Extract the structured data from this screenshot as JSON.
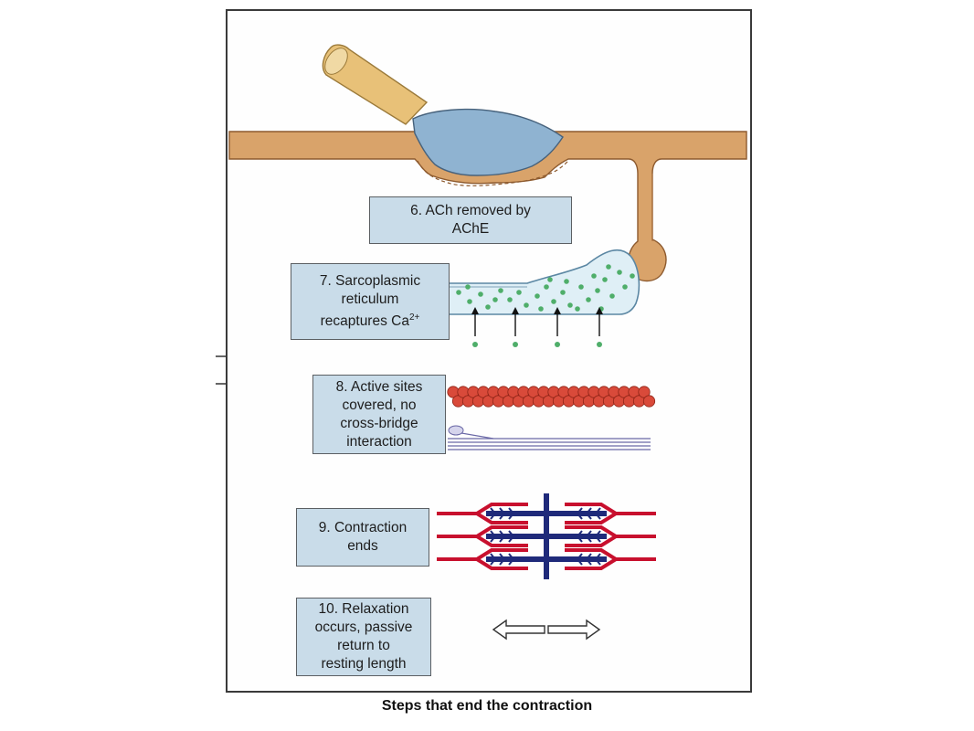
{
  "steps": [
    {
      "id": "step-6",
      "lines": [
        "6. ACh removed by",
        "AChE"
      ]
    },
    {
      "id": "step-7",
      "lines": [
        "7. Sarcoplasmic",
        "reticulum",
        "recaptures Ca"
      ],
      "superscript": "2+"
    },
    {
      "id": "step-8",
      "lines": [
        "8. Active sites",
        "covered, no",
        "cross-bridge",
        "interaction"
      ]
    },
    {
      "id": "step-9",
      "lines": [
        "9. Contraction",
        "ends"
      ]
    },
    {
      "id": "step-10",
      "lines": [
        "10. Relaxation",
        "occurs, passive",
        "return to",
        "resting length"
      ]
    }
  ],
  "caption": "Steps that end the contraction",
  "colors": {
    "axon": "#e8c178",
    "muscle_fiber": "#d9a36a",
    "axon_terminal": "#8fb3d1",
    "reticulum_fill": "#dfeff6",
    "calcium_dot": "#4fae6a",
    "actin_bead": "#d94a3a",
    "myosin_line": "#6a68a6",
    "sarcomere_red": "#c8102e",
    "sarcomere_blue": "#1f2a7a",
    "label_box": "#c9dce9"
  }
}
